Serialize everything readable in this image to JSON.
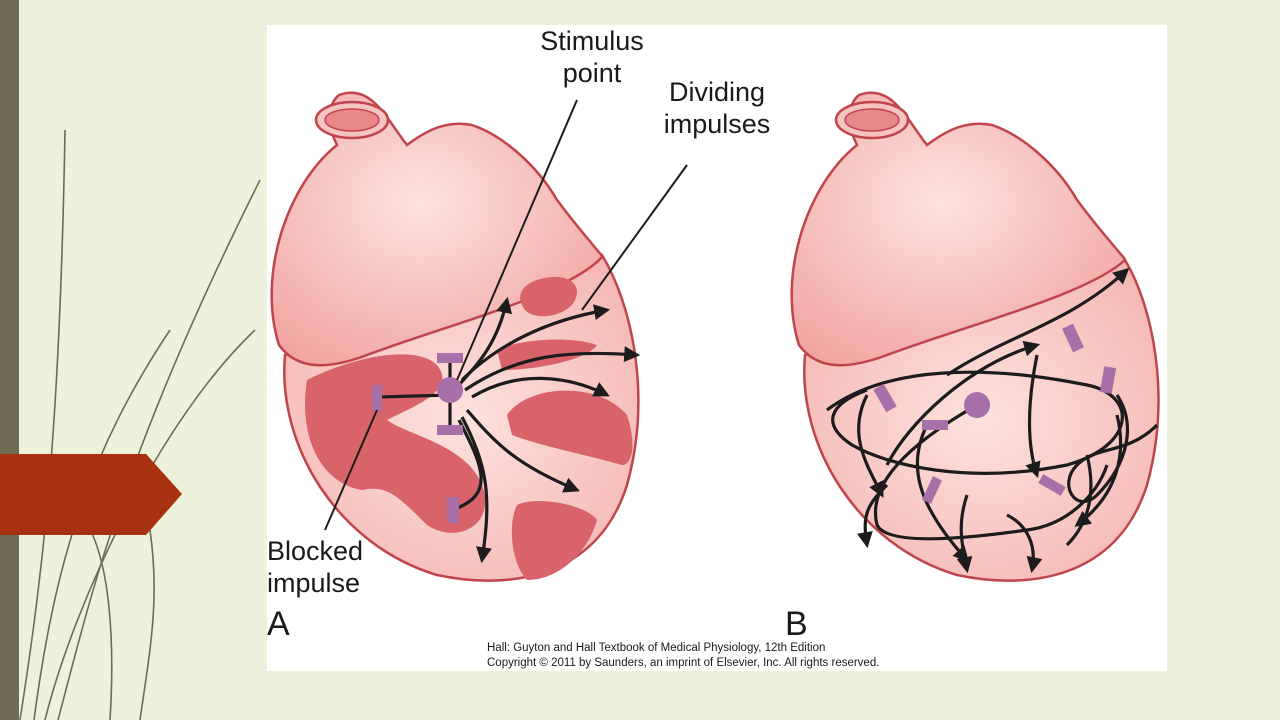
{
  "figure": {
    "labels": {
      "stimulus_point": [
        "Stimulus",
        "point"
      ],
      "dividing_impulses": [
        "Dividing",
        "impulses"
      ],
      "blocked_impulse": [
        "Blocked",
        "impulse"
      ]
    },
    "panel_a": "A",
    "panel_b": "B",
    "caption": {
      "line1": "Hall: Guyton and Hall Textbook of Medical Physiology, 12th Edition",
      "line2": "Copyright © 2011 by Saunders, an imprint of Elsevier, Inc. All rights reserved."
    }
  },
  "colors": {
    "background": "#eef2dd",
    "sidebar_strip": "#6e6b52",
    "arrow_tab": "#a8310f",
    "heart_outline": "#c0444c",
    "heart_fill": "#f6b9b4",
    "muscle_dark": "#d8636a",
    "impulse_marker": "#a870a8",
    "impulse_path": "#1c1c1c"
  }
}
